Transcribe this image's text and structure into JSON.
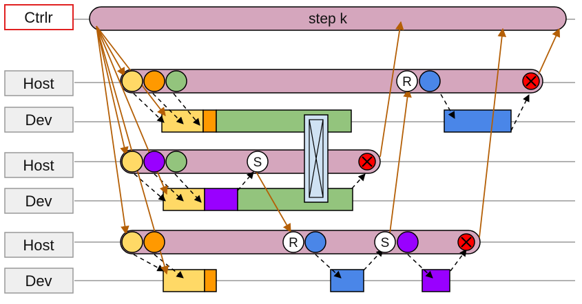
{
  "colors": {
    "timeline": "#d5a6bd",
    "yellow": "#ffd966",
    "orange": "#ff9900",
    "green": "#93c47d",
    "purple": "#9900ff",
    "blue": "#4a86e8",
    "arrow": "#b45f06",
    "cancel": "#ff0000",
    "ctrl_border": "#e02020",
    "label_fill": "#efefef",
    "barrier": "#cfe2f3"
  },
  "labels": {
    "ctrl": "Ctrlr",
    "host": "Host",
    "dev": "Dev",
    "step": "step k",
    "recv": "R",
    "send": "S"
  },
  "icons": {
    "cancel": "cancel-x-icon",
    "barrier": "barrier-hourglass-icon"
  }
}
